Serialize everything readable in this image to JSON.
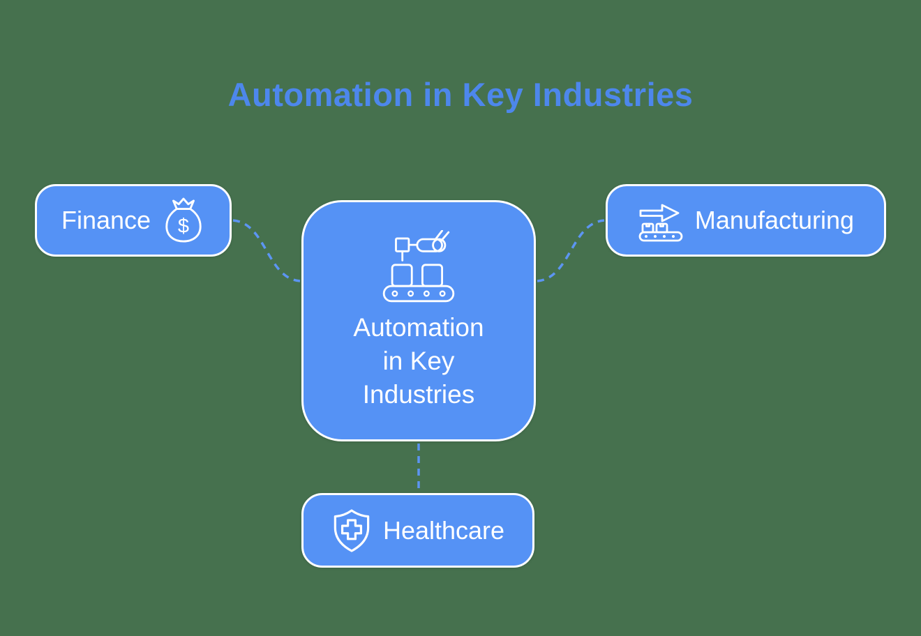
{
  "page": {
    "background_color": "#46714E"
  },
  "title": {
    "text": "Automation in Key Industries",
    "color": "#4D87EC"
  },
  "diagram": {
    "center_node": {
      "id": "automation-in-key-industries",
      "label_lines": {
        "0": "Automation",
        "1": "in Key",
        "2": "Industries"
      },
      "icon": "robot-arm-conveyor-icon",
      "fill_color": "#5592F5",
      "border_color": "#FFFFFF",
      "text_color": "#FFFFFF"
    },
    "branch_nodes": [
      {
        "id": "finance",
        "label": "Finance",
        "icon": "money-bag-icon",
        "icon_side": "right"
      },
      {
        "id": "manufacturing",
        "label": "Manufacturing",
        "icon": "conveyor-belt-arrow-icon",
        "icon_side": "left"
      },
      {
        "id": "healthcare",
        "label": "Healthcare",
        "icon": "shield-cross-icon",
        "icon_side": "left"
      }
    ],
    "connectors": [
      {
        "from": "finance",
        "to": "center",
        "style": "dashed-curve"
      },
      {
        "from": "center",
        "to": "manufacturing",
        "style": "dashed-curve"
      },
      {
        "from": "center",
        "to": "healthcare",
        "style": "dashed-straight"
      }
    ],
    "connector_color": "#5C95F2",
    "icon_symbols": {
      "money_bag_currency": "$"
    }
  }
}
